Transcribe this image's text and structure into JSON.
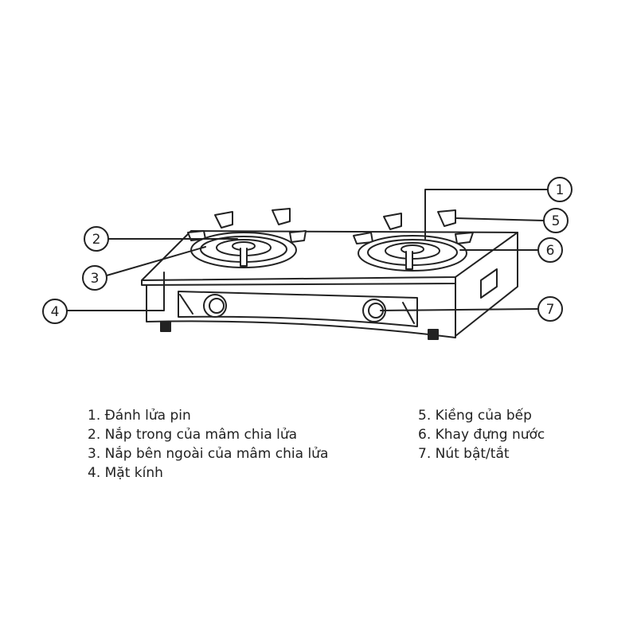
{
  "callouts": [
    "1",
    "2",
    "3",
    "4",
    "5",
    "6",
    "7"
  ],
  "legend": {
    "left": [
      "1. Đánh lửa pin",
      "2. Nắp trong của mâm chia lửa",
      "3. Nắp bên ngoài của mâm chia lửa",
      "4. Mặt kính"
    ],
    "right": [
      "5. Kiềng của bếp",
      "6. Khay đựng nước",
      "7. Nút bật/tắt"
    ]
  }
}
